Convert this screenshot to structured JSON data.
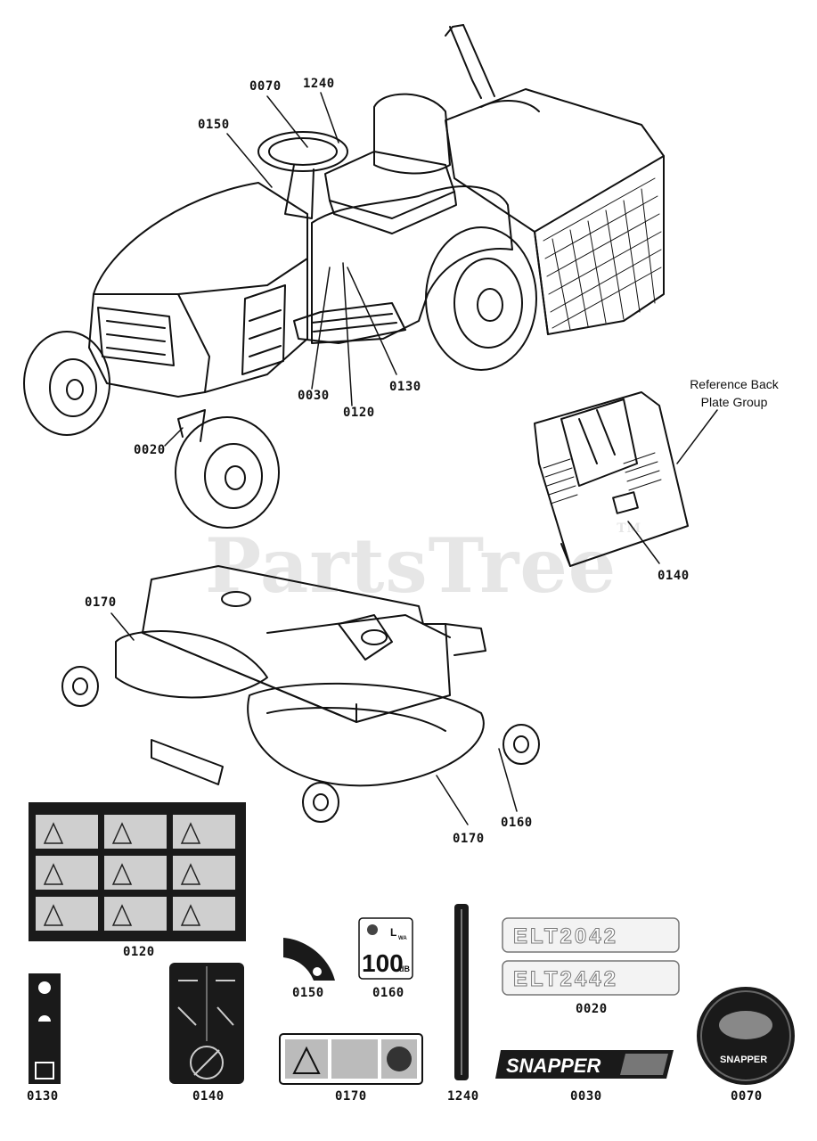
{
  "watermark": {
    "text": "PartsTree",
    "tm": "TM"
  },
  "reference_note": {
    "line1": "Reference Back",
    "line2": "Plate Group"
  },
  "callouts": {
    "c0070": "0070",
    "c1240": "1240",
    "c0150": "0150",
    "c0030": "0030",
    "c0120": "0120",
    "c0130": "0130",
    "c0020": "0020",
    "c0140": "0140",
    "c0170a": "0170",
    "c0170b": "0170",
    "c0160": "0160"
  },
  "decal_labels": {
    "d0120": "0120",
    "d0130": "0130",
    "d0140": "0140",
    "d0150": "0150",
    "d0160": "0160",
    "d0170": "0170",
    "d1240": "1240",
    "d0020": "0020",
    "d0030": "0030",
    "d0070": "0070"
  },
  "decal_text": {
    "model_top": "ELT2042",
    "model_bottom": "ELT2442",
    "snapper_bar": "SNAPPER",
    "snapper_round": "SNAPPER",
    "sound_value": "100",
    "sound_unit": "dB",
    "sound_symbol": "L",
    "sound_sub": "WA"
  },
  "colors": {
    "line": "#111111",
    "decal_dark": "#1a1a1a",
    "watermark": "#e6e6e6"
  }
}
